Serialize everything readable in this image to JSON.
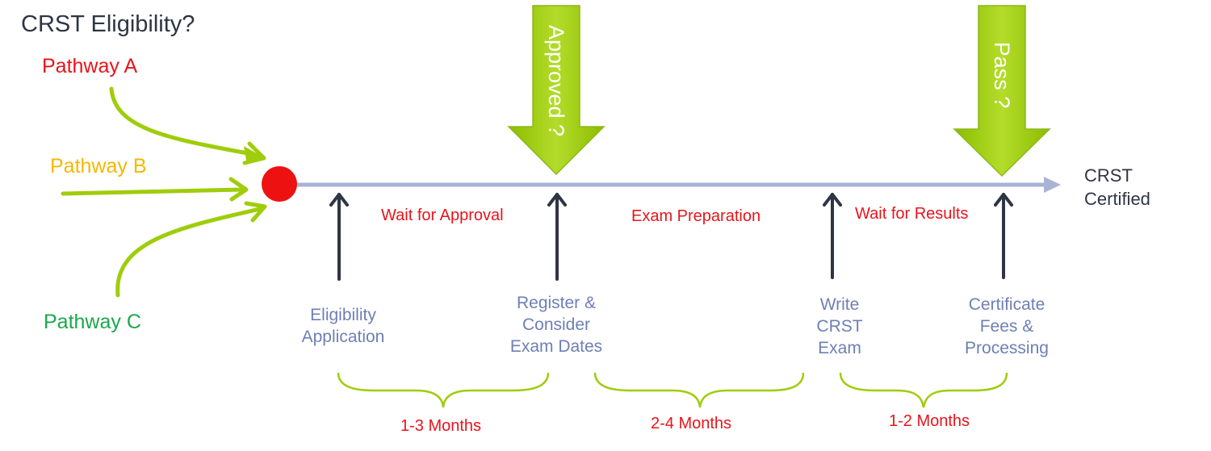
{
  "title": "CRST Eligibility?",
  "pathways": [
    "Pathway A",
    "Pathway B",
    "Pathway C"
  ],
  "end_label": [
    "CRST",
    "Certified"
  ],
  "green_arrows": [
    "Approved ?",
    "Pass ?"
  ],
  "phases": [
    "Wait for Approval",
    "Exam Preparation",
    "Wait for Results"
  ],
  "steps": [
    [
      "Eligibility",
      "Application"
    ],
    [
      "Register &",
      "Consider",
      "Exam Dates"
    ],
    [
      "Write",
      "CRST",
      "Exam"
    ],
    [
      "Certificate",
      "Fees &",
      "Processing"
    ]
  ],
  "durations": [
    "1-3 Months",
    "2-4 Months",
    "1-2 Months"
  ],
  "colors": {
    "title": "#2e3544",
    "pathway_a": "#e8141b",
    "pathway_b": "#f4b800",
    "pathway_c": "#1aa84b",
    "green": "#9fcd0b",
    "timeline": "#a9b3d6",
    "start_dot": "#ee1111",
    "step_text": "#6e7fb5",
    "phase_text": "#e8141b"
  }
}
